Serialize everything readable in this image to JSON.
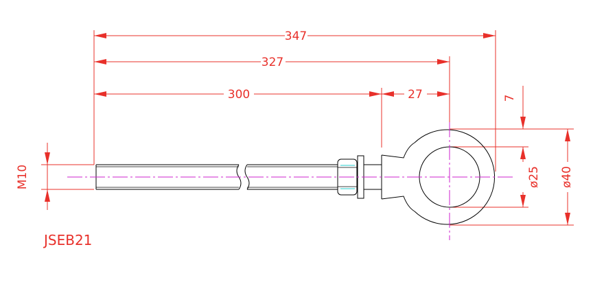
{
  "drawing": {
    "part_code": "JSEB21",
    "dimensions": {
      "overall": "347",
      "to_eye_center": "327",
      "thread_length": "300",
      "neck_length": "27",
      "eye_offset": "7",
      "inner_diameter": "ø25",
      "outer_diameter": "ø40",
      "thread": "M10"
    },
    "colors": {
      "dimension": "#e8302a",
      "outline": "#000000",
      "centerline": "#cc22cc",
      "washer": "#22cccc"
    }
  }
}
